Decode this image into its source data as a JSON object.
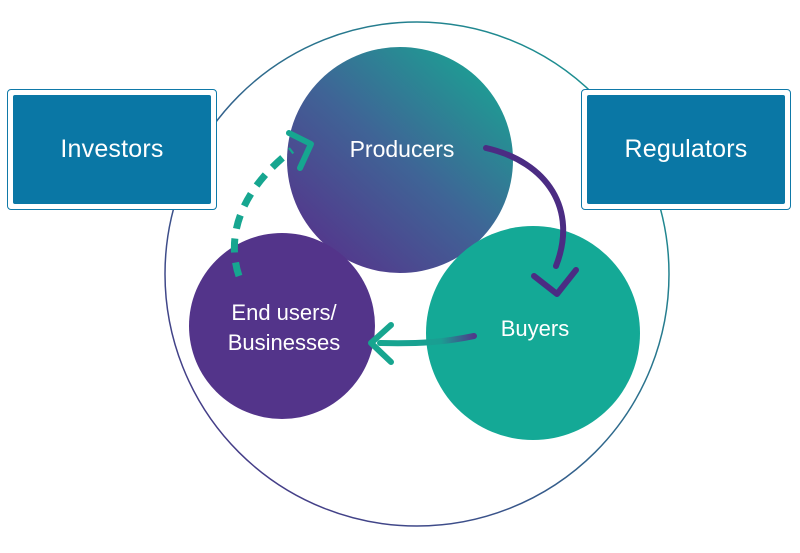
{
  "nodes": {
    "producers": "Producers",
    "buyers": "Buyers",
    "end_users_line1": "End users/",
    "end_users_line2": "Businesses"
  },
  "boxes": {
    "investors": "Investors",
    "regulators": "Regulators"
  },
  "colors": {
    "box_fill": "#0a77a5",
    "box_border": "#0f79a8",
    "purple": "#53348a",
    "teal": "#14a996",
    "arrow_purple": "#4b2c83",
    "arrow_teal": "#17a58f"
  }
}
